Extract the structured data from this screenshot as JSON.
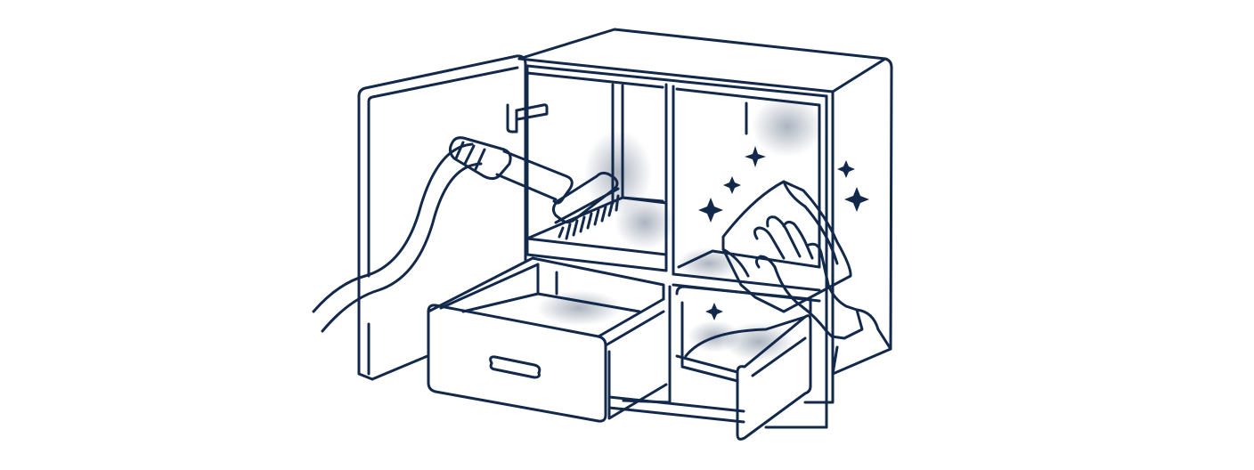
{
  "illustration": {
    "subject": "cabinet-cleaning-line-art",
    "colors": {
      "ink": "#13294b",
      "background": "#ffffff",
      "dust": "#13294b"
    },
    "icons": [
      "cabinet",
      "open-door",
      "drawer",
      "vacuum-hose",
      "scrub-brush",
      "cleaning-cloth",
      "gloved-hand",
      "sparkle"
    ]
  }
}
